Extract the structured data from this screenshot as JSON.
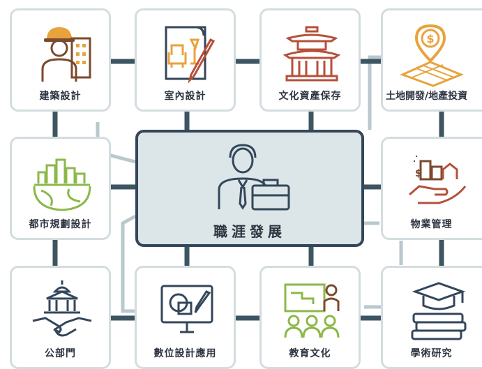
{
  "center": {
    "label": "職涯發展"
  },
  "careers": [
    {
      "label": "建築設計",
      "icon": "architect-icon"
    },
    {
      "label": "室內設計",
      "icon": "interior-design-icon"
    },
    {
      "label": "文化資產保存",
      "icon": "temple-icon"
    },
    {
      "label": "土地開發/地產投資",
      "icon": "land-investment-icon"
    },
    {
      "label": "都市規劃設計",
      "icon": "city-planning-icon"
    },
    {
      "label": "物業管理",
      "icon": "property-management-icon"
    },
    {
      "label": "公部門",
      "icon": "public-sector-icon"
    },
    {
      "label": "數位設計應用",
      "icon": "digital-design-icon"
    },
    {
      "label": "教育文化",
      "icon": "education-icon"
    },
    {
      "label": "學術研究",
      "icon": "academic-research-icon"
    }
  ],
  "colors": {
    "card_border": "#d3dde0",
    "connector_dark": "#3d5563",
    "connector_light": "#b9c8cd",
    "center_fill": "#dce6e8",
    "center_border": "#34465a",
    "icon_orange": "#e8a33d",
    "icon_red": "#b5503a",
    "icon_blue": "#34465a",
    "icon_green": "#8cb848",
    "icon_brown": "#7a4a2e"
  }
}
